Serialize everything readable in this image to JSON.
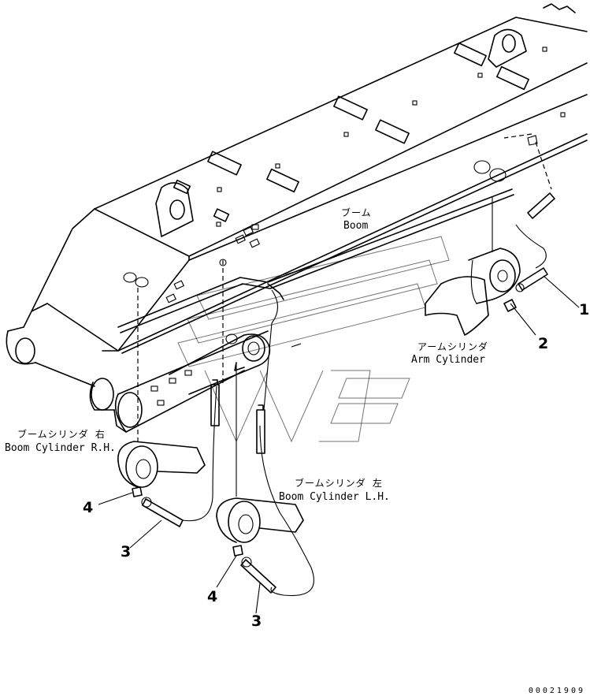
{
  "labels": {
    "boom_jp": "ブーム",
    "boom_en": "Boom",
    "arm_cyl_jp": "アームシリンダ",
    "arm_cyl_en": "Arm Cylinder",
    "boom_cyl_rh_jp": "ブームシリンダ 右",
    "boom_cyl_rh_en": "Boom Cylinder R.H.",
    "boom_cyl_lh_jp": "ブームシリンダ 左",
    "boom_cyl_lh_en": "Boom Cylinder L.H."
  },
  "callouts": {
    "c1": "1",
    "c2": "2",
    "c3a": "3",
    "c4a": "4",
    "c4b": "4",
    "c3b": "3"
  },
  "drawing_code": "00021909"
}
